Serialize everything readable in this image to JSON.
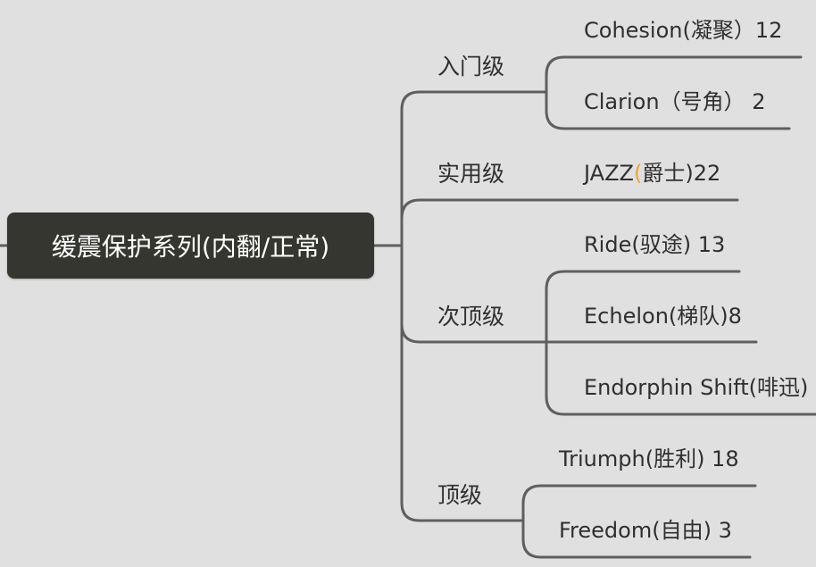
{
  "root": {
    "label": "缓震保护系列(内翻/正常)"
  },
  "branches": [
    {
      "label": "入门级",
      "children": [
        {
          "label": "Cohesion(凝聚）12"
        },
        {
          "label": "Clarion（号角） 2"
        }
      ]
    },
    {
      "label": "实用级",
      "children": [
        {
          "prefix": "JAZZ",
          "accent": "(",
          "suffix": "爵士)22"
        }
      ]
    },
    {
      "label": "次顶级",
      "children": [
        {
          "label": "Ride(驭途) 13"
        },
        {
          "label": "Echelon(梯队)8"
        },
        {
          "label": "Endorphin Shift(啡迅)"
        }
      ]
    },
    {
      "label": "顶级",
      "children": [
        {
          "label": "Triumph(胜利) 18"
        },
        {
          "label": "Freedom(自由) 3"
        }
      ]
    }
  ],
  "colors": {
    "background": "#e0e0e0",
    "root_fill": "#363630",
    "root_text": "#ffffff",
    "line": "#5f5f5f",
    "accent": "#f0a030"
  }
}
